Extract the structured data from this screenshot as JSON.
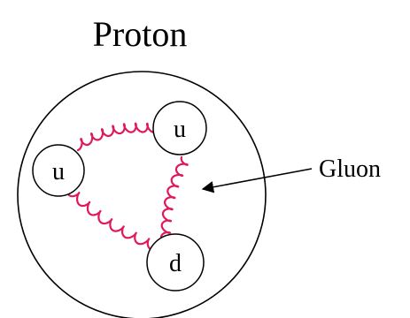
{
  "diagram": {
    "title": "Proton",
    "quarks": {
      "left": "u",
      "top_right": "u",
      "bottom": "d"
    },
    "callout_label": "Gluon"
  },
  "colors": {
    "outline": "#000000",
    "gluon": "#e0195a",
    "background": "#ffffff"
  }
}
